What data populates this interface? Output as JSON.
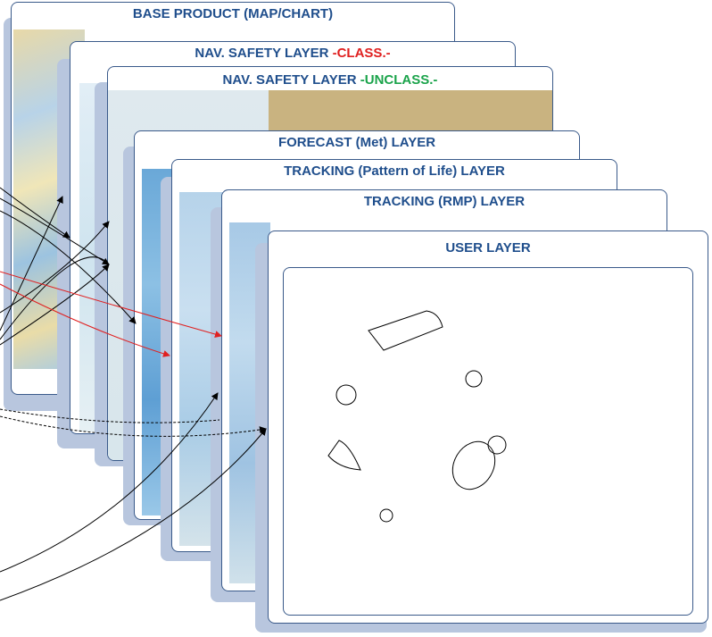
{
  "layers": [
    {
      "title": "BASE PRODUCT (MAP/CHART)"
    },
    {
      "title": "NAV. SAFETY LAYER ",
      "suffix": "-CLASS.-",
      "suffix_color": "#e02020"
    },
    {
      "title": "NAV. SAFETY LAYER ",
      "suffix": "-UNCLASS.-",
      "suffix_color": "#1aa34a"
    },
    {
      "title": "FORECAST (Met) LAYER"
    },
    {
      "title": "TRACKING (Pattern of Life) LAYER"
    },
    {
      "title": "TRACKING (RMP) LAYER"
    },
    {
      "title": "USER LAYER"
    }
  ],
  "colors": {
    "title_text": "#1f4e8c",
    "border": "#3a5a8a",
    "shadow": "#b8c6de",
    "arrow_red": "#e02020",
    "arrow_black": "#000000"
  }
}
